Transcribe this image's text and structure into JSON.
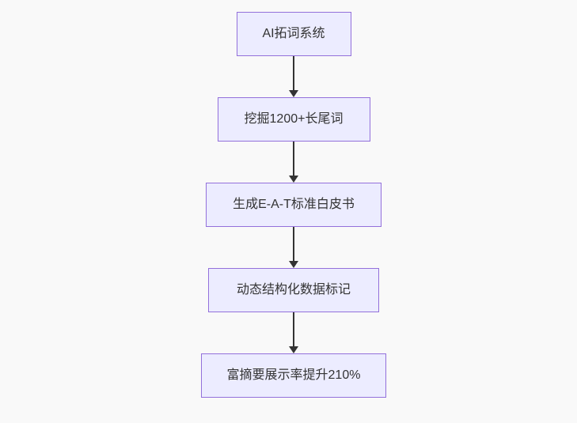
{
  "diagram": {
    "type": "flowchart-vertical",
    "background_color": "#f9f9f9",
    "node_fill_color": "#ECECFF",
    "node_border_color": "#9370DB",
    "node_text_color": "#333333",
    "arrow_color": "#333333",
    "nodes": [
      {
        "id": "n1",
        "label": "AI拓词系统"
      },
      {
        "id": "n2",
        "label": "挖掘1200+长尾词"
      },
      {
        "id": "n3",
        "label": "生成E-A-T标准白皮书"
      },
      {
        "id": "n4",
        "label": "动态结构化数据标记"
      },
      {
        "id": "n5",
        "label": "富摘要展示率提升210%"
      }
    ],
    "edges": [
      {
        "from": "n1",
        "to": "n2"
      },
      {
        "from": "n2",
        "to": "n3"
      },
      {
        "from": "n3",
        "to": "n4"
      },
      {
        "from": "n4",
        "to": "n5"
      }
    ]
  }
}
